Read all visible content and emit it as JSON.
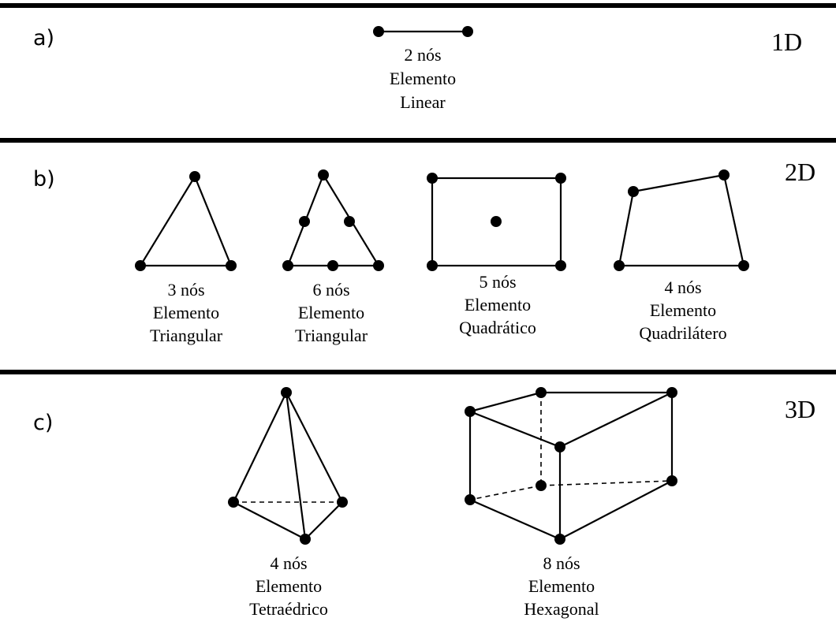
{
  "panels": [
    {
      "letter": "a)",
      "dimension": "1D",
      "elements": [
        {
          "nodes": "2 nós",
          "word": "Elemento",
          "type": "Linear"
        }
      ]
    },
    {
      "letter": "b)",
      "dimension": "2D",
      "elements": [
        {
          "nodes": "3 nós",
          "word": "Elemento",
          "type": "Triangular"
        },
        {
          "nodes": "6 nós",
          "word": "Elemento",
          "type": "Triangular"
        },
        {
          "nodes": "5 nós",
          "word": "Elemento",
          "type": "Quadrático"
        },
        {
          "nodes": "4 nós",
          "word": "Elemento",
          "type": "Quadrilátero"
        }
      ]
    },
    {
      "letter": "c)",
      "dimension": "3D",
      "elements": [
        {
          "nodes": "4 nós",
          "word": "Elemento",
          "type": "Tetraédrico"
        },
        {
          "nodes": "8 nós",
          "word": "Elemento",
          "type": "Hexagonal"
        }
      ]
    }
  ],
  "colors": {
    "line": "#000000",
    "background": "#ffffff"
  }
}
